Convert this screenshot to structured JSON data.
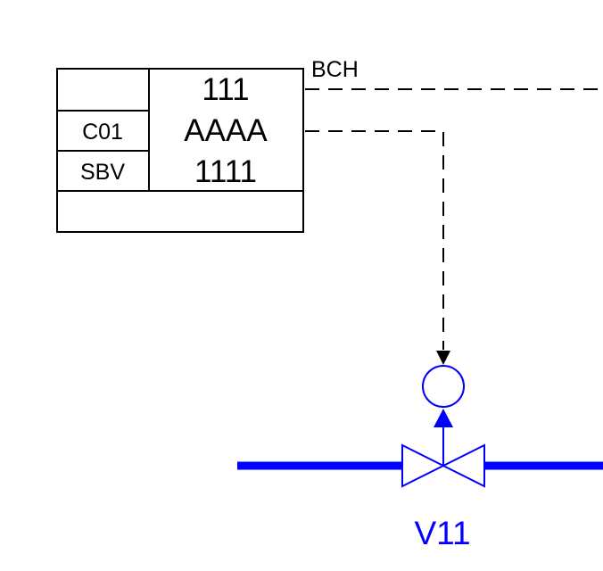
{
  "diagram": {
    "tag_block": {
      "cells": {
        "c01": "C01",
        "sbv": "SBV",
        "line1": "111",
        "line2": "AAAA",
        "line3": "1111"
      }
    },
    "signal_label": "BCH",
    "valve_tag": "V11",
    "colors": {
      "stroke": "#000000",
      "process": "#0000ff",
      "background": "#ffffff"
    }
  }
}
